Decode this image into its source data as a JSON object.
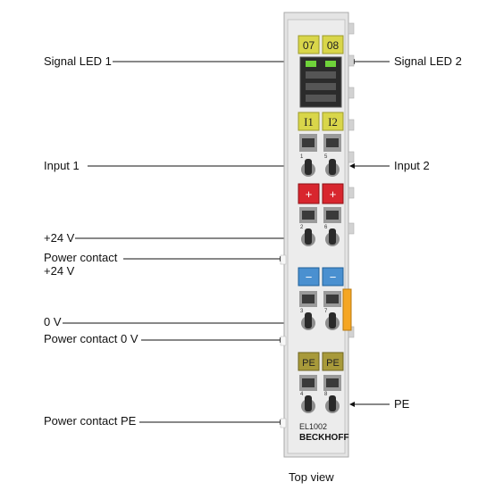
{
  "labels_left": {
    "signal_led_1": "Signal LED 1",
    "input_1": "Input 1",
    "plus_24v": "+24 V",
    "power_contact_24v": "Power contact\n+24 V",
    "zero_v": "0 V",
    "power_contact_0v": "Power contact 0 V",
    "power_contact_pe": "Power contact PE"
  },
  "labels_right": {
    "signal_led_2": "Signal LED 2",
    "input_2": "Input 2",
    "pe": "PE"
  },
  "terminal": {
    "led_top_1": "07",
    "led_top_2": "08",
    "led_input_1": "I1",
    "led_input_2": "I2",
    "plus_1": "+",
    "plus_2": "+",
    "minus_1": "−",
    "minus_2": "−",
    "pe_1": "PE",
    "pe_2": "PE",
    "model": "EL1002",
    "brand": "BECKHOFF",
    "pin_numbers": [
      "1",
      "5",
      "2",
      "6",
      "3",
      "7",
      "4",
      "8"
    ]
  },
  "caption": "Top view",
  "colors": {
    "yellow_led": "#d9d64a",
    "red_contact": "#d8262e",
    "blue_contact": "#4a90d0",
    "pe_contact": "#a89a3a",
    "orange_tab": "#f5a623",
    "housing": "#e4e4e4"
  }
}
